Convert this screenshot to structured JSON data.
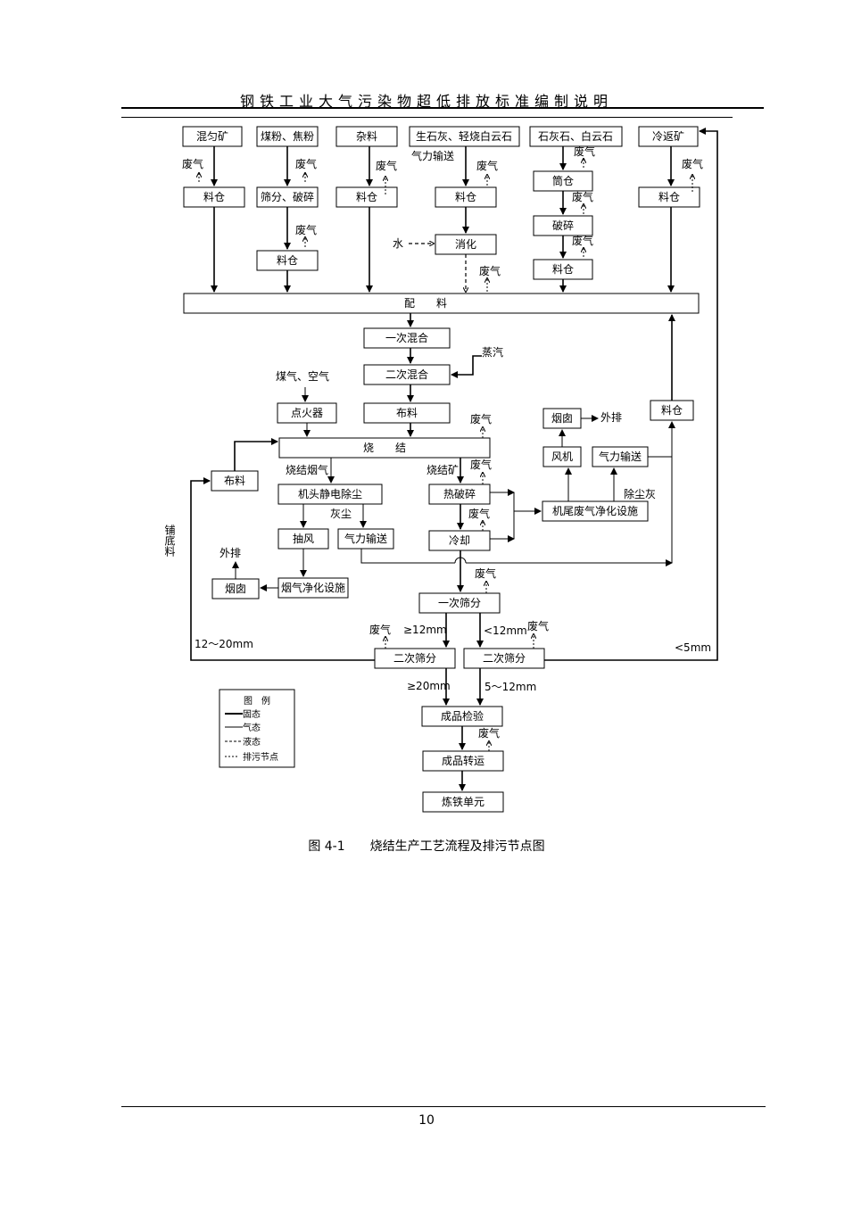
{
  "header": {
    "title": "钢铁工业大气污染物超低排放标准编制说明"
  },
  "caption": "图 4-1　　烧结生产工艺流程及排污节点图",
  "page_number": "10",
  "diagram": {
    "inputs": {
      "mixed_ore": "混匀矿",
      "coal_coke": "煤粉、焦粉",
      "misc": "杂料",
      "lime": "生石灰、轻烧白云石",
      "limestone": "石灰石、白云石",
      "return_ore": "冷返矿"
    },
    "waste_gas": "废气",
    "bin": "料仓",
    "screen_crush": "筛分、破碎",
    "pneumatic": "气力输送",
    "water": "水",
    "slaking": "消化",
    "silo": "筒仓",
    "crushing": "破碎",
    "batching": "配　　料",
    "mix1": "一次混合",
    "mix2": "二次混合",
    "steam": "蒸汽",
    "gas_air": "煤气、空气",
    "igniter": "点火器",
    "distribution": "布料",
    "sintering": "烧　　结",
    "bedding": "布料",
    "bedding_label": "铺底料",
    "sinter_flue_gas": "烧结烟气",
    "head_esp": "机头静电除尘",
    "dust_ash": "灰尘",
    "exhaust_fan": "抽风",
    "pneumatic2": "气力输送",
    "sinter_ore": "烧结矿",
    "hot_crush": "热破碎",
    "cooling": "冷却",
    "chimney": "烟囱",
    "discharge": "外排",
    "fan": "风机",
    "pneumatic3": "气力输送",
    "dust_removal_ash": "除尘灰",
    "tail_treatment": "机尾废气净化设施",
    "bin_right": "料仓",
    "chimney2": "烟囱",
    "discharge2": "外排",
    "flue_gas_treatment": "烟气净化设施",
    "screen1": "一次筛分",
    "screen2": "二次筛分",
    "ge12": "≥12mm",
    "lt12": "<12mm",
    "size_12_20": "12～20mm",
    "lt5": "<5mm",
    "ge20": "≥20mm",
    "size_5_12": "5～12mm",
    "product_inspect": "成品检验",
    "product_transfer": "成品转运",
    "ironmaking": "炼铁单元"
  },
  "legend": {
    "title": "图　例",
    "solid": "固态",
    "gas": "气态",
    "liquid": "液态",
    "discharge_node": "排污节点"
  }
}
